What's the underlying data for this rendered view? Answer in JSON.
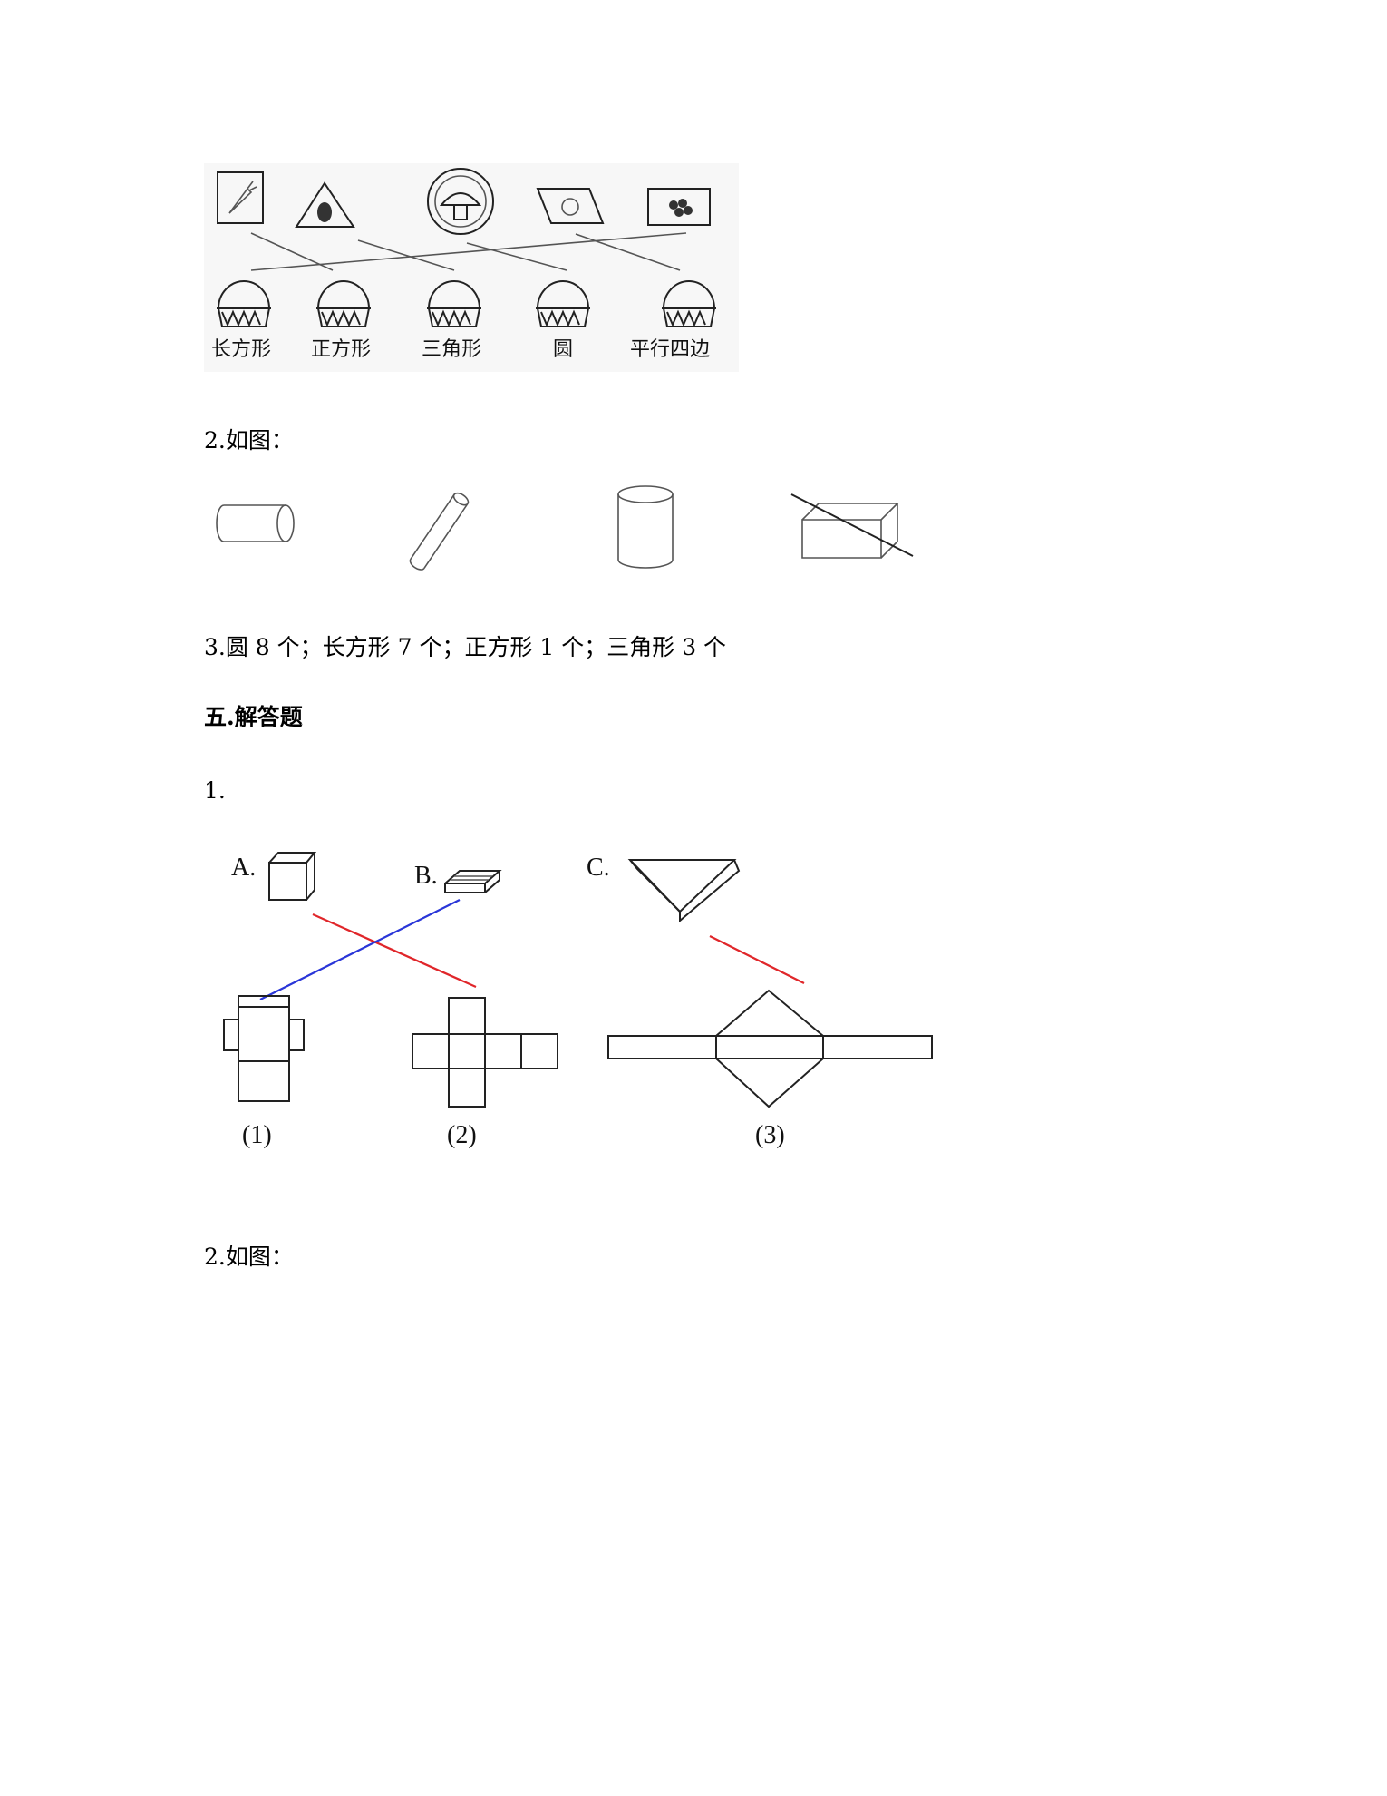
{
  "fig1": {
    "labels": [
      "长方形",
      "正方形",
      "三角形",
      "圆",
      "平行四边"
    ]
  },
  "q2": {
    "text": "2.如图："
  },
  "q3": {
    "text": "3.圆 8 个；长方形 7 个；正方形 1 个；三角形 3 个"
  },
  "section": {
    "title": "五.解答题"
  },
  "a1": {
    "num": "1."
  },
  "fig3": {
    "top_labels": [
      "A.",
      "B.",
      "C."
    ],
    "bottom_labels": [
      "(1)",
      "(2)",
      "(3)"
    ],
    "colors": {
      "red_line": "#e0262a",
      "blue_line": "#2a36d8"
    }
  },
  "a2": {
    "text": "2.如图："
  }
}
